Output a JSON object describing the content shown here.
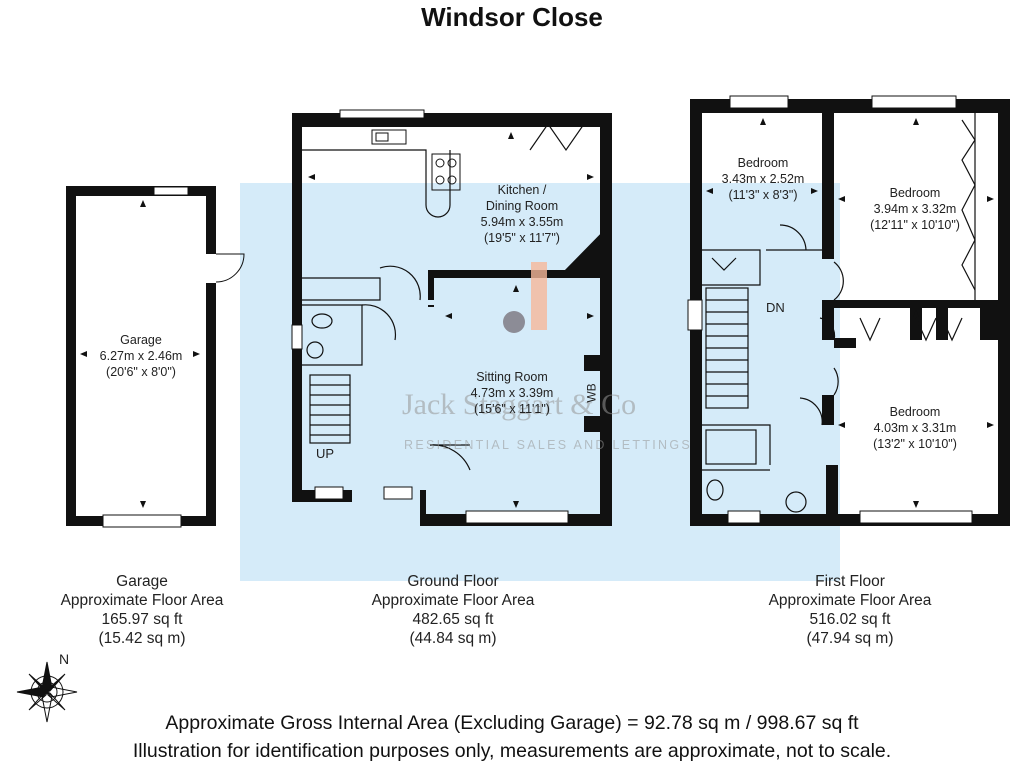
{
  "title": "Windsor Close",
  "rooms": {
    "garage": {
      "name": "Garage",
      "metric": "6.27m x 2.46m",
      "imperial": "(20'6\" x 8'0\")"
    },
    "kitchen": {
      "name": "Kitchen /",
      "name2": "Dining Room",
      "metric": "5.94m x 3.55m",
      "imperial": "(19'5\" x 11'7\")"
    },
    "sitting": {
      "name": "Sitting Room",
      "metric": "4.73m x 3.39m",
      "imperial": "(15'6\" x 11'1\")"
    },
    "bedroom1": {
      "name": "Bedroom",
      "metric": "3.43m x 2.52m",
      "imperial": "(11'3\" x 8'3\")"
    },
    "bedroom2": {
      "name": "Bedroom",
      "metric": "3.94m x 3.32m",
      "imperial": "(12'11\" x 10'10\")"
    },
    "bedroom3": {
      "name": "Bedroom",
      "metric": "4.03m x 3.31m",
      "imperial": "(13'2\" x 10'10\")"
    }
  },
  "markers": {
    "up": "UP",
    "dn": "DN",
    "wb": "WB",
    "north": "N"
  },
  "watermark": {
    "name": "Jack Staggart & Co",
    "tagline": "RESIDENTIAL SALES AND LETTINGS"
  },
  "floors": [
    {
      "id": "garage",
      "name": "Garage",
      "label": "Approximate Floor Area",
      "sqft": "165.97 sq ft",
      "sqm": "(15.42 sq m)"
    },
    {
      "id": "ground",
      "name": "Ground Floor",
      "label": "Approximate Floor Area",
      "sqft": "482.65 sq ft",
      "sqm": "(44.84 sq m)"
    },
    {
      "id": "first",
      "name": "First Floor",
      "label": "Approximate Floor Area",
      "sqft": "516.02 sq ft",
      "sqm": "(47.94 sq m)"
    }
  ],
  "footer": {
    "gross": "Approximate Gross Internal Area (Excluding Garage) = 92.78 sq m / 998.67 sq ft",
    "disclaimer": "Illustration for identification purposes only, measurements are approximate, not to scale."
  },
  "colors": {
    "wall": "#111111",
    "overlay": "#cfe8f9",
    "flue": "#f6b89a",
    "watermark": "#9a9a9a"
  }
}
